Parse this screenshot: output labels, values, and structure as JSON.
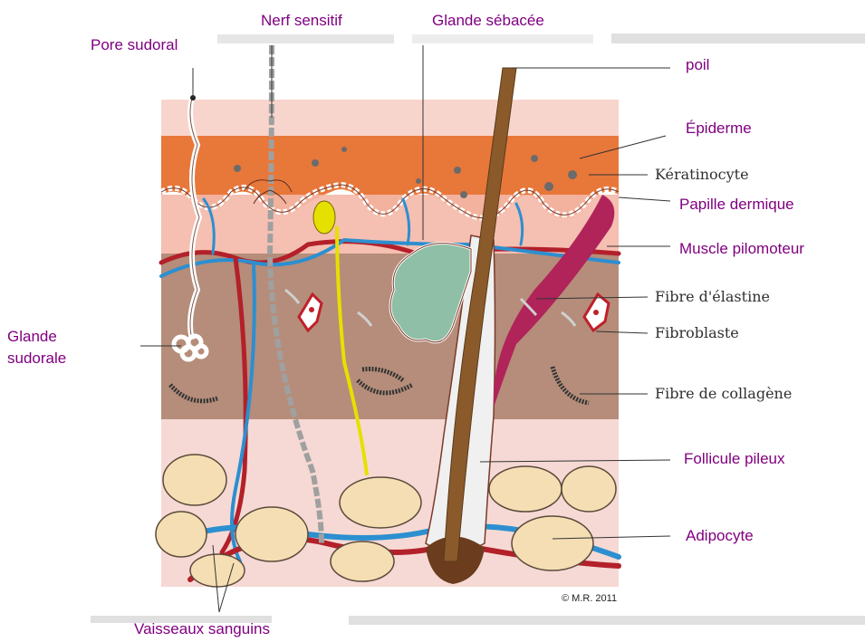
{
  "labels": {
    "pore": "Pore sudoral",
    "nerf": "Nerf sensitif",
    "glande_sebacee": "Glande sébacée",
    "poil": "poil",
    "epiderme": "Épiderme",
    "keratinocyte": "Kératinocyte",
    "papille": "Papille dermique",
    "muscle": "Muscle pilomoteur",
    "elastine": "Fibre d'élastine",
    "fibroblaste": "Fibroblaste",
    "collagene": "Fibre de collagène",
    "glande_sud_1": "Glande",
    "glande_sud_2": "sudorale",
    "follicule": "Follicule pileux",
    "adipocyte": "Adipocyte",
    "vaisseaux": "Vaisseaux  sanguins",
    "copyright": "© M.R. 2011"
  },
  "colors": {
    "label_purple": "#800080",
    "label_dark": "#303030",
    "epidermis_top": "#f8d5cc",
    "epidermis_orange": "#e8773a",
    "dermis": "#b58d7a",
    "hypodermis_pink": "#f6d9d4",
    "adipocyte": "#f5deb3",
    "vessel_red": "#b3202a",
    "vessel_blue": "#2c8fd0",
    "hair_brown": "#8b5a2b",
    "muscle": "#b0245a",
    "nerve_yellow": "#e6e000",
    "gland_green": "#8fbfa6"
  }
}
